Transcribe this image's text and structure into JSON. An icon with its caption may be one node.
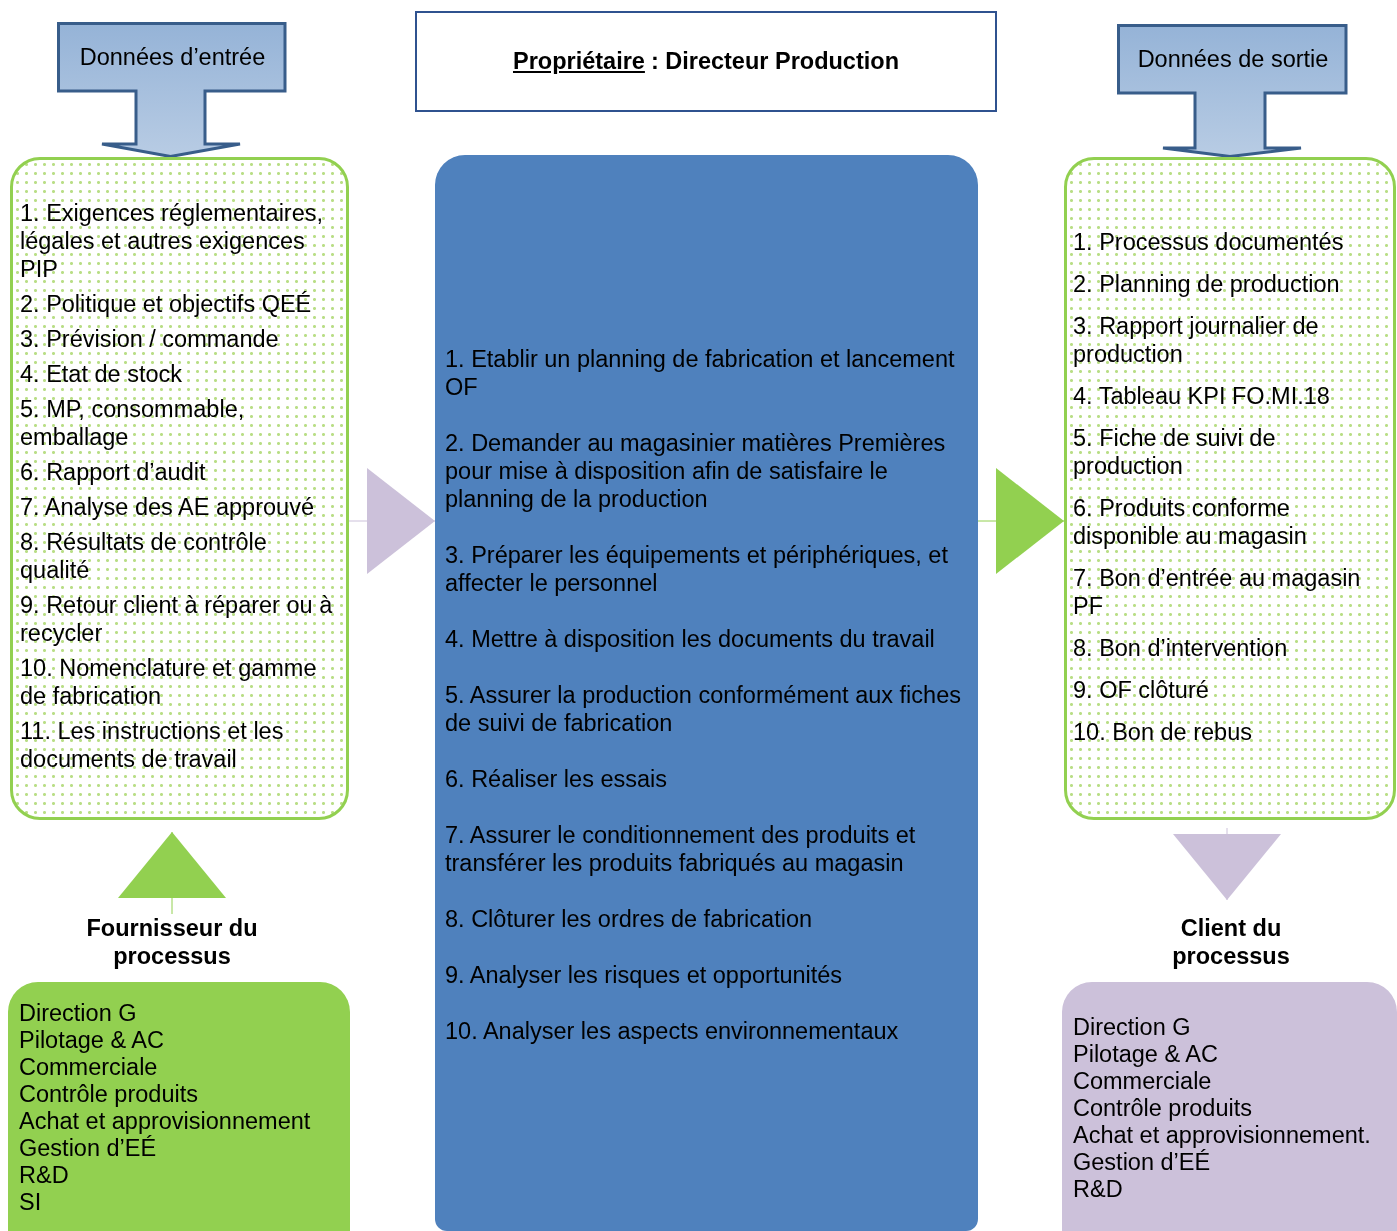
{
  "diagram": {
    "nodes": [
      {
        "text": [
          "Données d’entrée"
        ]
      },
      {
        "text": [
          "1. Exigences réglementaires, légales et autres exigences PIP",
          "2. Politique et objectifs  QEÉ",
          "3. Prévision / commande",
          "4. Etat de stock",
          "5. MP, consommable, emballage",
          "6. Rapport d’audit",
          "7. Analyse des AE approuvé",
          "8. Résultats de contrôle qualité",
          "9. Retour client à réparer ou à recycler",
          "10. Nomenclature et gamme de fabrication",
          "11. Les instructions et les documents de travail"
        ]
      },
      {
        "text": [
          "Propriétaire",
          ": Directeur Production"
        ]
      },
      {
        "text": [
          "Données de sortie"
        ]
      },
      {
        "text": [
          "1. Etablir un planning de fabrication et lancement OF",
          "2. Demander au magasinier matières Premières pour mise à disposition afin de satisfaire le planning de la production",
          "3. Préparer les équipements et périphériques, et affecter le personnel",
          "4. Mettre à disposition les documents du travail",
          "5. Assurer la production conformément aux fiches de suivi de fabrication",
          "6. Réaliser les essais",
          "7. Assurer le conditionnement des produits et transférer les produits fabriqués au magasin",
          "8. Clôturer les ordres de fabrication",
          "9. Analyser les risques et opportunités",
          "10. Analyser les aspects environnementaux"
        ]
      },
      {
        "text": [
          "1. Processus documentés",
          "2. Planning de production",
          "3. Rapport journalier de production",
          "4. Tableau KPI FO.MI.18",
          "5. Fiche de suivi de production",
          "6. Produits conforme disponible au magasin",
          "7. Bon d’entrée au magasin PF",
          "8. Bon d’intervention",
          "9. OF clôturé",
          "10. Bon de rebus"
        ]
      },
      {
        "text": [
          "Fournisseur du processus",
          "Direction G",
          "Pilotage & AC",
          "Commerciale",
          "Contrôle produits",
          "Achat et approvisionnement",
          "Gestion d’EÉ",
          "R&D",
          "SI"
        ]
      },
      {
        "text": [
          "Client du processus",
          "Direction G",
          "Pilotage & AC",
          "Commerciale",
          "Contrôle produits",
          "Achat et approvisionnement.",
          "Gestion d’EÉ",
          "R&D"
        ]
      }
    ],
    "edges": [
      {
        "from": 1,
        "to": 4,
        "arrow": "to",
        "color": "#ccc1da"
      },
      {
        "from": 4,
        "to": 5,
        "arrow": "to",
        "color": "#92d050"
      },
      {
        "from": 6,
        "to": 1,
        "arrow": "to",
        "color": "#92d050"
      },
      {
        "from": 5,
        "to": 7,
        "arrow": "to",
        "color": "#ccc1da"
      }
    ]
  }
}
